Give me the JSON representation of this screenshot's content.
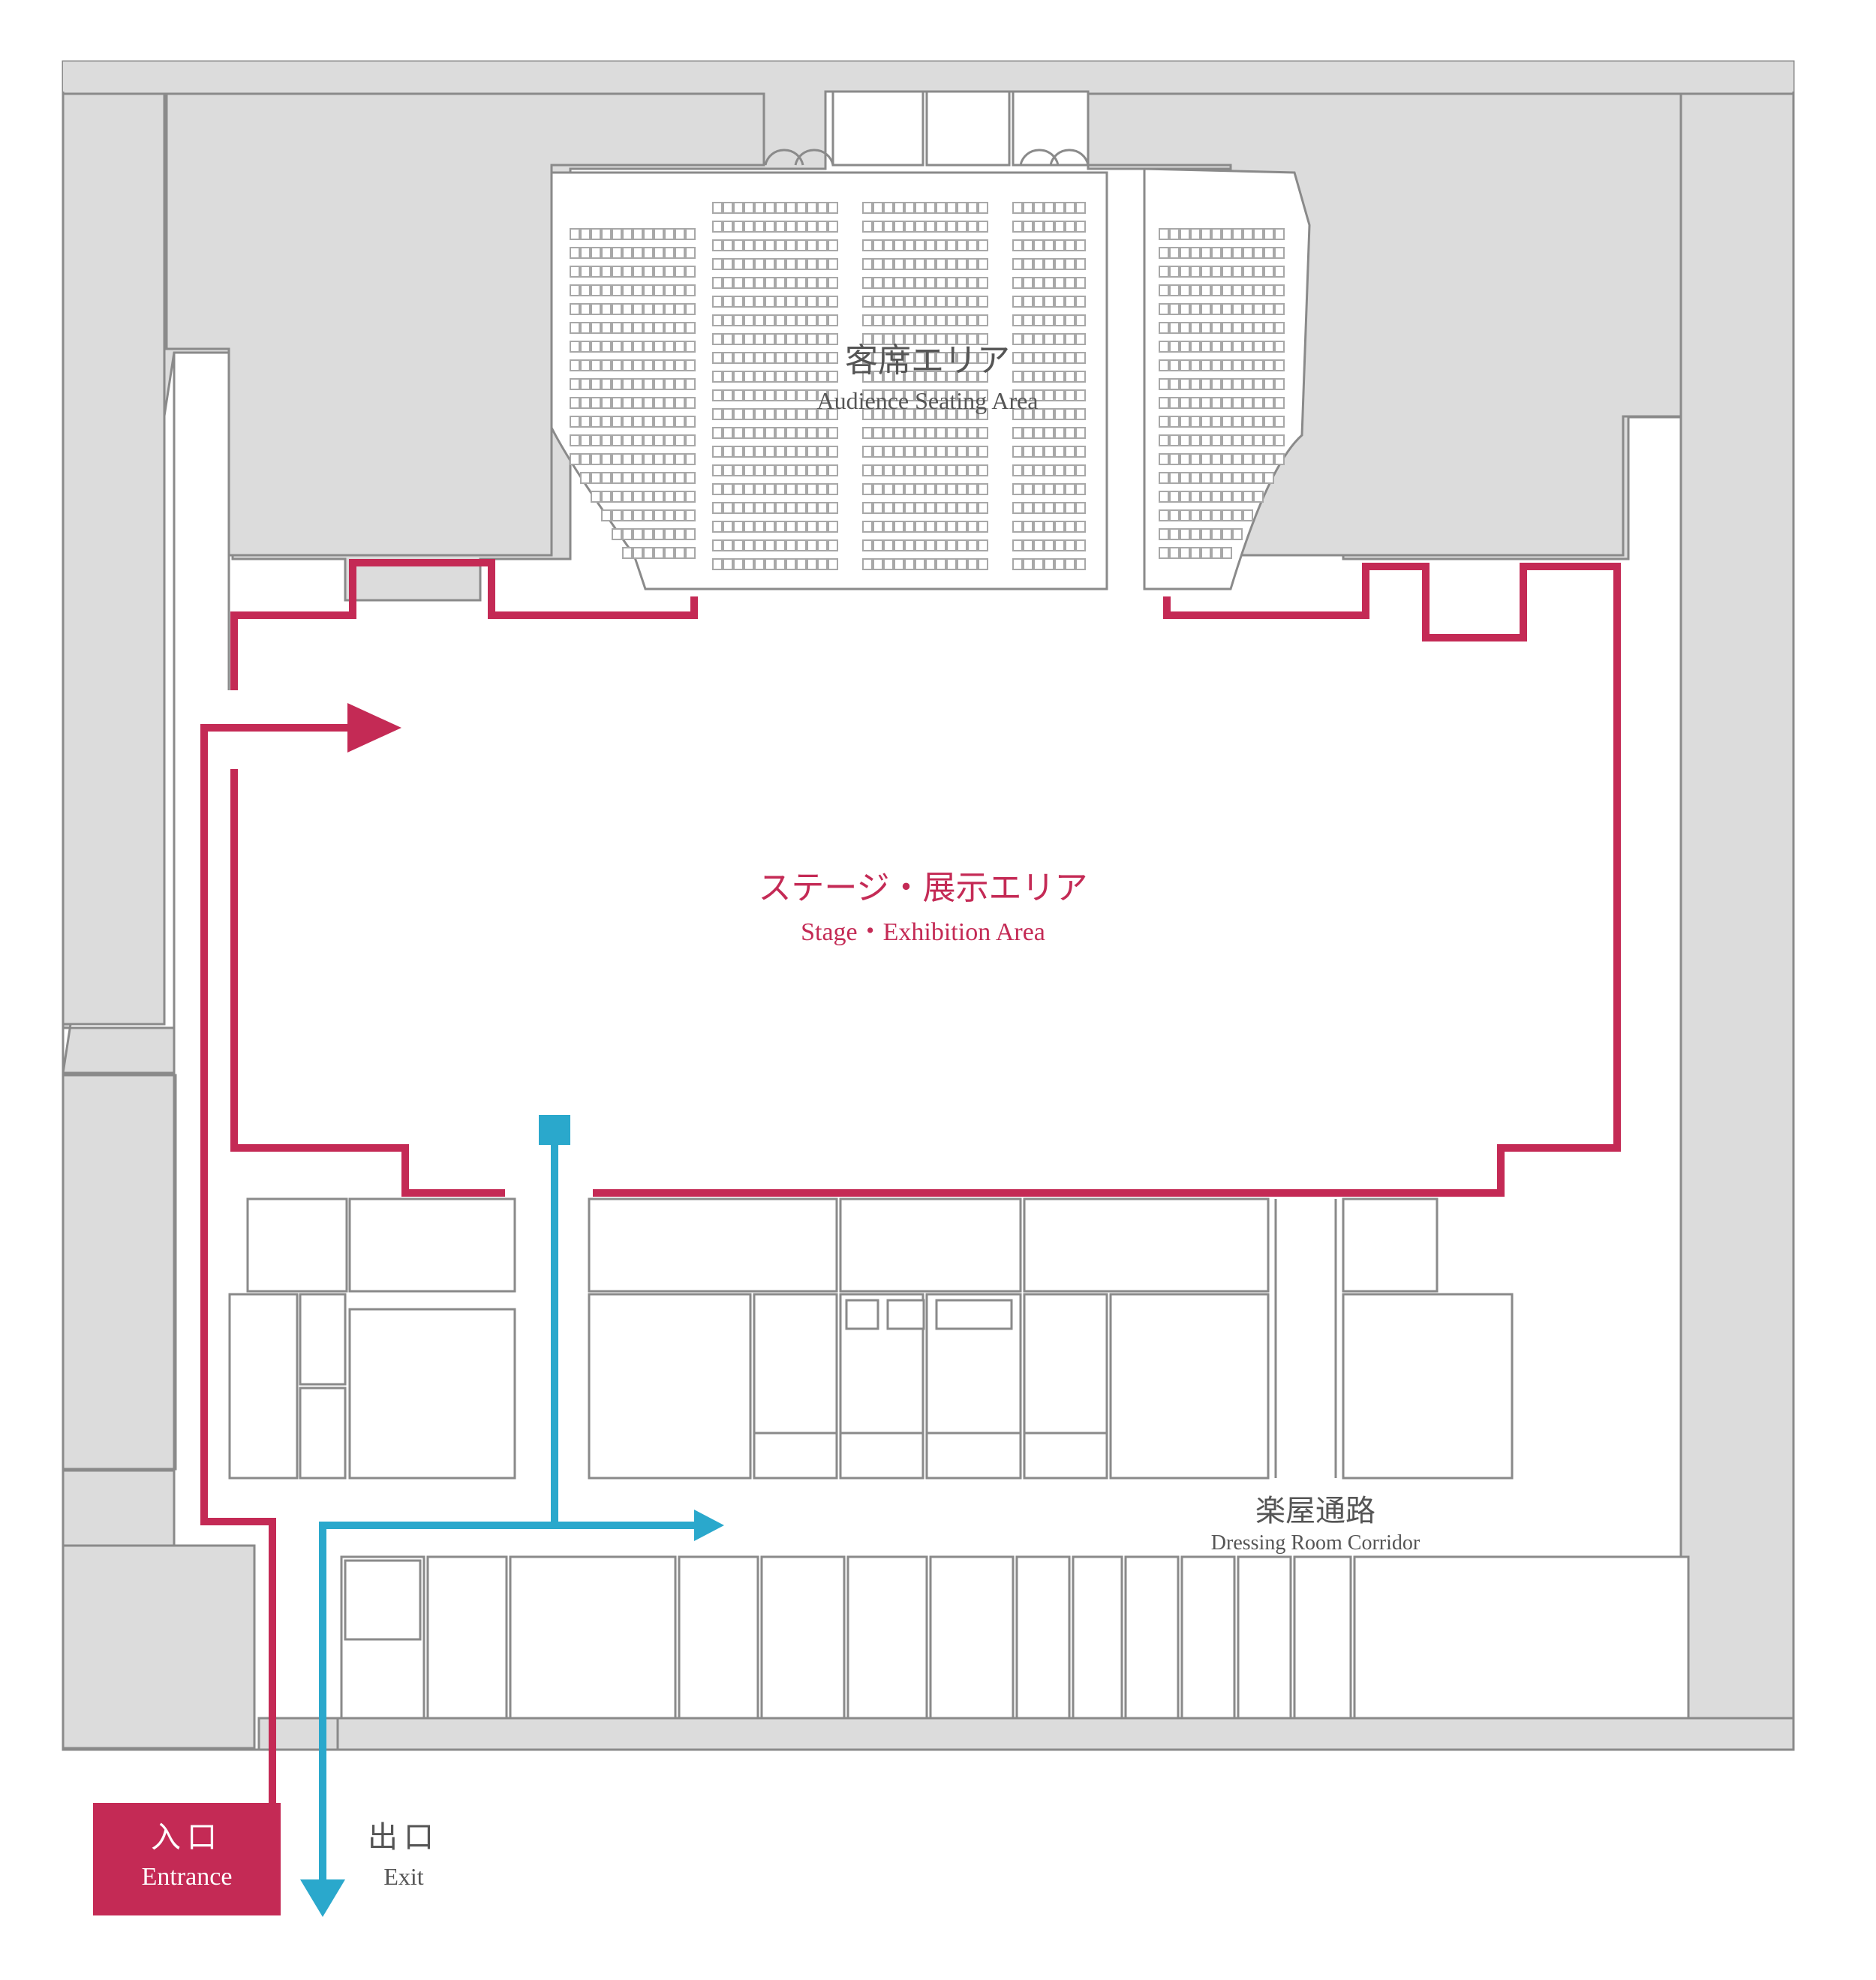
{
  "labels": {
    "audience": {
      "jp": "客席エリア",
      "en": "Audience Seating Area"
    },
    "stage": {
      "jp": "ステージ・展示エリア",
      "en": "Stage・Exhibition Area"
    },
    "corridor": {
      "jp": "楽屋通路",
      "en": "Dressing Room Corridor"
    },
    "entrance": {
      "jp": "入口",
      "en": "Entrance"
    },
    "exit": {
      "jp": "出口",
      "en": "Exit"
    }
  },
  "colors": {
    "route_entrance": "#c42a55",
    "route_exit": "#2aa8cc",
    "building_grey": "#dcdcdc",
    "wall_line": "#8a8a8a",
    "text_grey": "#555555"
  },
  "icons": {
    "entrance_arrow": "arrow-right-icon",
    "exit_arrow": "arrow-down-icon"
  }
}
